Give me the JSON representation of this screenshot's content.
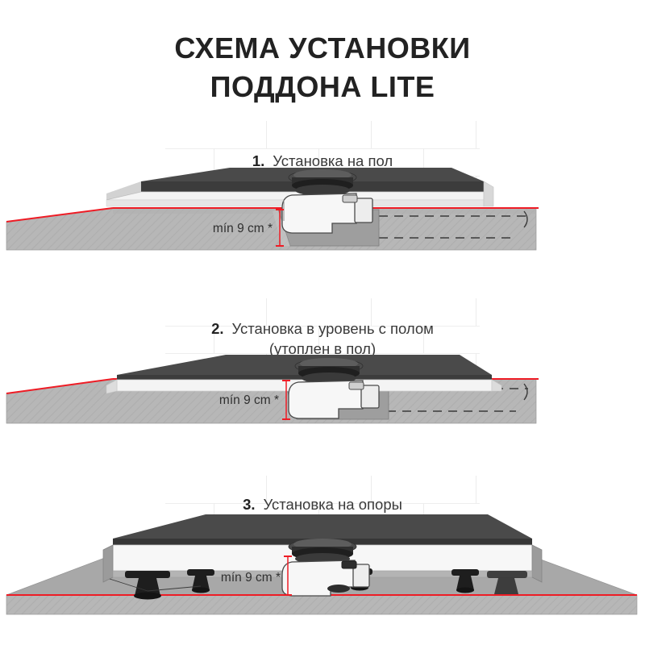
{
  "page": {
    "background_color": "#ffffff",
    "title_color": "#222222",
    "accent_red": "#ee1c25",
    "floor_gray": "#b7b7b7",
    "tray_dark": "#3f3f3f",
    "tray_light": "#f2f2f2"
  },
  "title": {
    "line1": "СХЕМА УСТАНОВКИ",
    "line2": "ПОДДОНА LITE"
  },
  "sections": [
    {
      "number": "1.",
      "label": "Установка на пол",
      "sublabel": "",
      "dimension": "mín 9 cm *"
    },
    {
      "number": "2.",
      "label": "Установка в уровень с полом",
      "sublabel": "(утоплен в пол)",
      "dimension": "mín 9 cm *"
    },
    {
      "number": "3.",
      "label": "Установка на опоры",
      "sublabel": "",
      "dimension": "mín 9 cm *"
    }
  ]
}
